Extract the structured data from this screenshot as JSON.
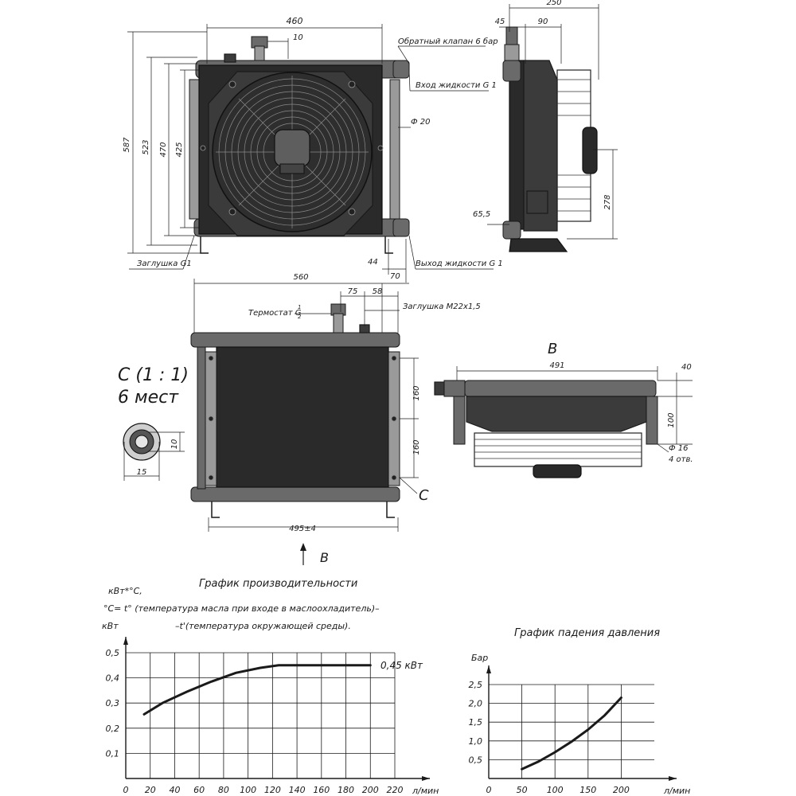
{
  "front_view": {
    "dims": {
      "width_460": "460",
      "thickness_10": "10",
      "height_587": "587",
      "height_523": "523",
      "height_470": "470",
      "height_425": "425",
      "dim_44": "44",
      "dim_70": "70",
      "dia_20": "Ф 20"
    },
    "labels": {
      "check_valve": "Обратный клапан 6 бар",
      "inlet": "Вход жидкости G 1",
      "outlet": "Выход жидкости G 1",
      "plug": "Заглушка G1"
    }
  },
  "side_view": {
    "dims": {
      "dim_250": "250",
      "dim_45": "45",
      "dim_90": "90",
      "dim_278": "278",
      "dim_65_5": "65,5"
    }
  },
  "top_view": {
    "dims": {
      "dim_560": "560",
      "dim_75": "75",
      "dim_58": "58",
      "dim_160_a": "160",
      "dim_160_b": "160",
      "dim_495": "495±4"
    },
    "labels": {
      "thermostat": "Термостат G",
      "thermostat_num": "1",
      "thermostat_den": "2",
      "plug_m22": "Заглушка М22х1,5",
      "section_c": "C",
      "arrow_b": "B"
    }
  },
  "detail_c": {
    "title": "C (1 : 1)",
    "subtitle": "6 мест",
    "dim_10": "10",
    "dim_15": "15"
  },
  "view_b": {
    "title": "B",
    "dims": {
      "dim_491": "491",
      "dim_40": "40",
      "dim_100": "100",
      "dia_16": "Ф 16",
      "holes": "4 отв."
    }
  },
  "chart_data": [
    {
      "type": "line",
      "title": "График производительности",
      "note_lines": [
        "кВт*°C,",
        "°C= t° (температура масла при входе в маслоохладитель)–",
        "–t'(температура окружающей среды)."
      ],
      "ylabel": "кВт",
      "xlabel": "л/мин",
      "xlim": [
        0,
        220
      ],
      "ylim": [
        0,
        0.5
      ],
      "xticks": [
        "0",
        "20",
        "40",
        "60",
        "80",
        "100",
        "120",
        "140",
        "160",
        "180",
        "200",
        "220"
      ],
      "yticks": [
        "0,1",
        "0,2",
        "0,3",
        "0,4",
        "0,5"
      ],
      "grid": true,
      "annotation": "0,45 кВт",
      "x": [
        15,
        30,
        50,
        70,
        90,
        110,
        125,
        140,
        160,
        180,
        200
      ],
      "y": [
        0.255,
        0.3,
        0.345,
        0.385,
        0.42,
        0.44,
        0.45,
        0.45,
        0.45,
        0.45,
        0.45
      ]
    },
    {
      "type": "line",
      "title": "График падения давления",
      "ylabel": "Бар",
      "xlabel": "л/мин",
      "xlim": [
        0,
        250
      ],
      "ylim": [
        0,
        2.5
      ],
      "xticks": [
        "0",
        "50",
        "100",
        "150",
        "200"
      ],
      "yticks": [
        "0,5",
        "1,0",
        "1,5",
        "2,0",
        "2,5"
      ],
      "grid": true,
      "x": [
        50,
        75,
        100,
        125,
        150,
        175,
        200
      ],
      "y": [
        0.25,
        0.45,
        0.7,
        0.98,
        1.3,
        1.68,
        2.15
      ]
    }
  ]
}
